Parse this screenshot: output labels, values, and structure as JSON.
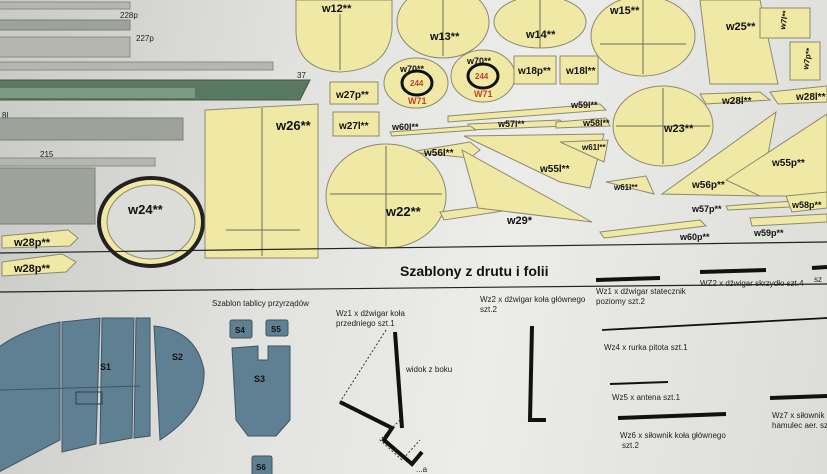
{
  "colors": {
    "part_fill": "#f0e9a6",
    "template_fill": "#5f7f93",
    "gray_strip": "#9da29b",
    "accent_red": "#c7402e"
  },
  "strips": {
    "p228": "228p",
    "p227": "227p",
    "n37": "37",
    "n8l": "8l",
    "n215": "215"
  },
  "parts": {
    "w12": "w12**",
    "w13": "w13**",
    "w14": "w14**",
    "w15": "w15**",
    "w25": "w25**",
    "w7l": "w7l**",
    "w7p": "w7p**",
    "w70_left": "w70**",
    "w70_right": "w70**",
    "n244_left": "244",
    "n244_right": "244",
    "w71_left": "W71",
    "w71_right": "W71",
    "w18p": "w18p**",
    "w18l": "w18l**",
    "w27p": "w27p**",
    "w27l": "w27l**",
    "w26": "w26**",
    "w24": "w24**",
    "w22": "w22**",
    "w23": "w23**",
    "w28p_a": "w28p**",
    "w28p_b": "w28p**",
    "w28l_a": "w28l**",
    "w28l_b": "w28l**",
    "w59l": "w59l**",
    "w57l": "w57l**",
    "w58l": "w58l**",
    "w60l": "w60l**",
    "w56l": "w56l**",
    "w55l": "w55l**",
    "w61l_a": "w61l**",
    "w61l_b": "w61l**",
    "w29": "w29*",
    "w56p": "w56p**",
    "w55p": "w55p**",
    "w57p": "w57p**",
    "w58p": "w58p**",
    "w60p": "w60p**",
    "w59p": "w59p**"
  },
  "section": {
    "title": "Szablony z drutu i folii",
    "template_caption": "Szablon tablicy przyrządów",
    "s_labels": {
      "s1": "S1",
      "s2": "S2",
      "s3": "S3",
      "s4": "S4",
      "s5": "S5",
      "s6": "S6"
    },
    "wz1": [
      "Wz1 x dźwigar koła",
      "przedniego szt.1"
    ],
    "wz1_side": "widok z boku",
    "wz1_cut": "...a",
    "wz2": [
      "Wz2 x dźwigar koła głównego",
      "szt.2"
    ],
    "wz_stab": [
      "Wz1 x dźwigar statecznik",
      "poziomy szt.2"
    ],
    "wz_wing": "WZ2 x dźwigar skrzydło szt.4",
    "wz_edge": "sz",
    "wz4": "Wz4 x rurka pitota szt.1",
    "wz5": "Wz5 x antena szt.1",
    "wz6": [
      "Wz6 x siłownik koła głównego",
      "szt.2"
    ],
    "wz7": [
      "Wz7 x siłownik",
      "hamulec aer. szt..."
    ]
  }
}
